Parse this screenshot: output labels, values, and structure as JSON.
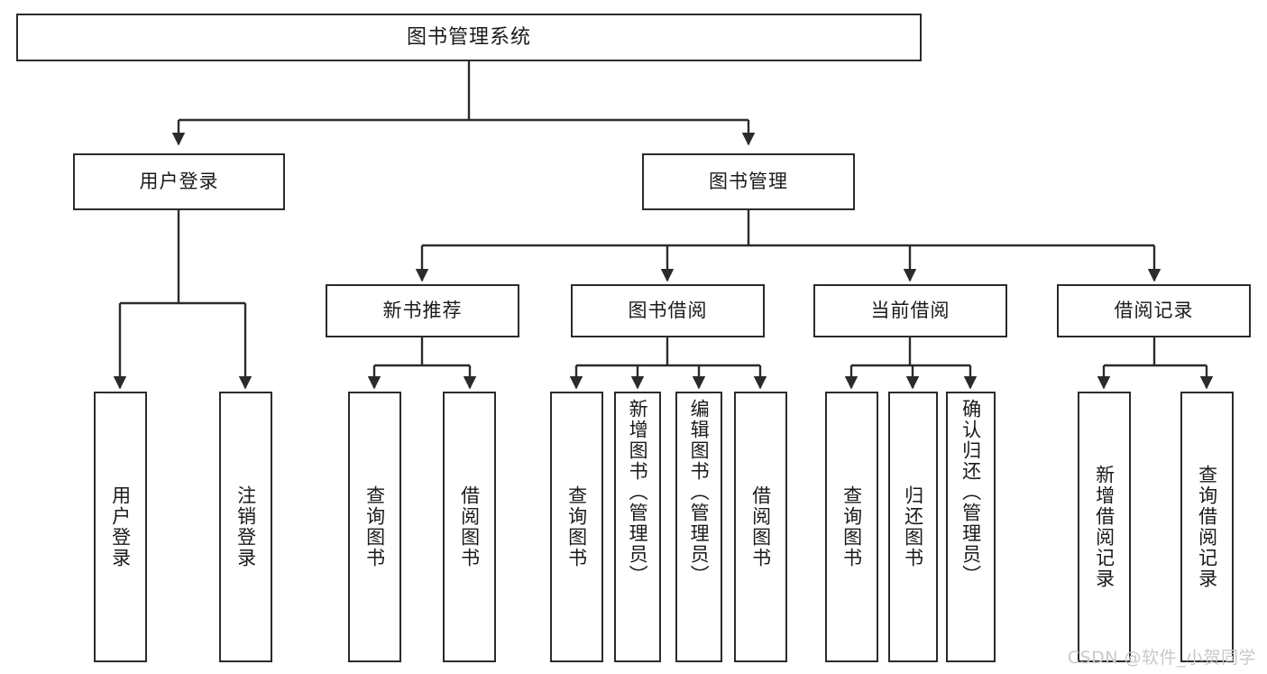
{
  "diagram": {
    "title": "图书管理系统",
    "type": "tree",
    "root": {
      "id": "root",
      "label": "图书管理系统"
    },
    "level1": [
      {
        "id": "user-login",
        "label": "用户登录"
      },
      {
        "id": "book-manage",
        "label": "图书管理"
      }
    ],
    "level2": [
      {
        "id": "new-book-rec",
        "label": "新书推荐",
        "parent": "book-manage"
      },
      {
        "id": "book-borrow",
        "label": "图书借阅",
        "parent": "book-manage"
      },
      {
        "id": "current-borrow",
        "label": "当前借阅",
        "parent": "book-manage"
      },
      {
        "id": "borrow-record",
        "label": "借阅记录",
        "parent": "book-manage"
      }
    ],
    "leaves": [
      {
        "id": "leaf-user-login",
        "label": "用户登录",
        "parent": "user-login"
      },
      {
        "id": "leaf-logout",
        "label": "注销登录",
        "parent": "user-login"
      },
      {
        "id": "leaf-query-book-1",
        "label": "查询图书",
        "parent": "new-book-rec"
      },
      {
        "id": "leaf-borrow-book-1",
        "label": "借阅图书",
        "parent": "new-book-rec"
      },
      {
        "id": "leaf-query-book-2",
        "label": "查询图书",
        "parent": "book-borrow"
      },
      {
        "id": "leaf-add-book",
        "label": "新增图书（管理员）",
        "parent": "book-borrow"
      },
      {
        "id": "leaf-edit-book",
        "label": "编辑图书（管理员）",
        "parent": "book-borrow"
      },
      {
        "id": "leaf-borrow-book-2",
        "label": "借阅图书",
        "parent": "book-borrow"
      },
      {
        "id": "leaf-query-book-3",
        "label": "查询图书",
        "parent": "current-borrow"
      },
      {
        "id": "leaf-return-book",
        "label": "归还图书",
        "parent": "current-borrow"
      },
      {
        "id": "leaf-confirm-return",
        "label": "确认归还（管理员）",
        "parent": "current-borrow"
      },
      {
        "id": "leaf-add-record",
        "label": "新增借阅记录",
        "parent": "borrow-record"
      },
      {
        "id": "leaf-query-record",
        "label": "查询借阅记录",
        "parent": "borrow-record"
      }
    ],
    "colors": {
      "border": "#2b2b2b",
      "background": "#ffffff",
      "text": "#1a1a1a",
      "edge": "#2b2b2b",
      "watermark": "#c9c9c9"
    }
  },
  "watermark": {
    "text": "CSDN @软件_小贺同学"
  }
}
